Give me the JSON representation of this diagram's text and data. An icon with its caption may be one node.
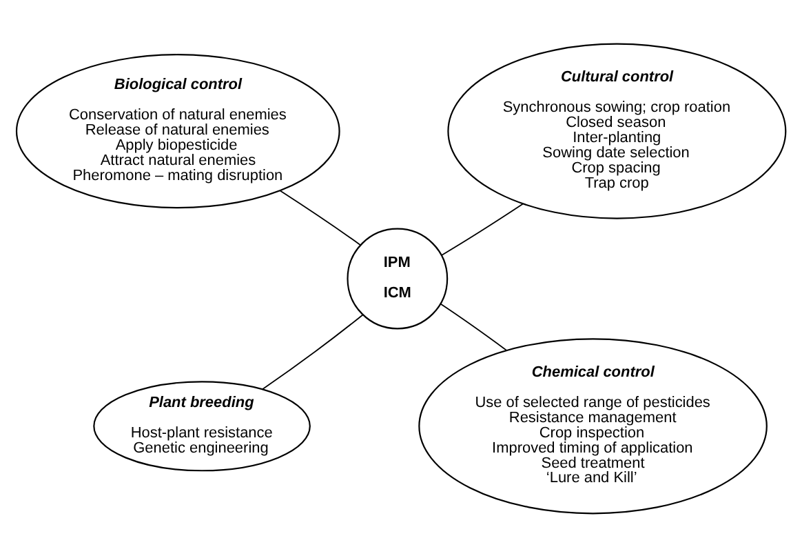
{
  "diagram": {
    "nodes": [
      {
        "text": [
          "IPM",
          "ICM"
        ]
      },
      {
        "text": [
          "Biological control",
          "Conservation of natural enemies",
          "Release of natural enemies",
          "Apply biopesticide",
          "Attract natural enemies",
          "Pheromone – mating disruption"
        ]
      },
      {
        "text": [
          "Cultural control",
          "Synchronous sowing; crop roation",
          "Closed season",
          "Inter-planting",
          "Sowing date selection",
          "Crop spacing",
          "Trap crop"
        ]
      },
      {
        "text": [
          "Plant breeding",
          "Host-plant resistance",
          "Genetic engineering"
        ]
      },
      {
        "text": [
          "Chemical control",
          "Use of selected range of pesticides",
          "Resistance management",
          "Crop inspection",
          "Improved timing of application",
          "Seed treatment",
          "‘Lure and Kill’"
        ]
      }
    ],
    "edges": [
      {
        "from": 0,
        "to": 1,
        "arrow": "none"
      },
      {
        "from": 0,
        "to": 2,
        "arrow": "none"
      },
      {
        "from": 0,
        "to": 3,
        "arrow": "none"
      },
      {
        "from": 0,
        "to": 4,
        "arrow": "none"
      }
    ]
  }
}
